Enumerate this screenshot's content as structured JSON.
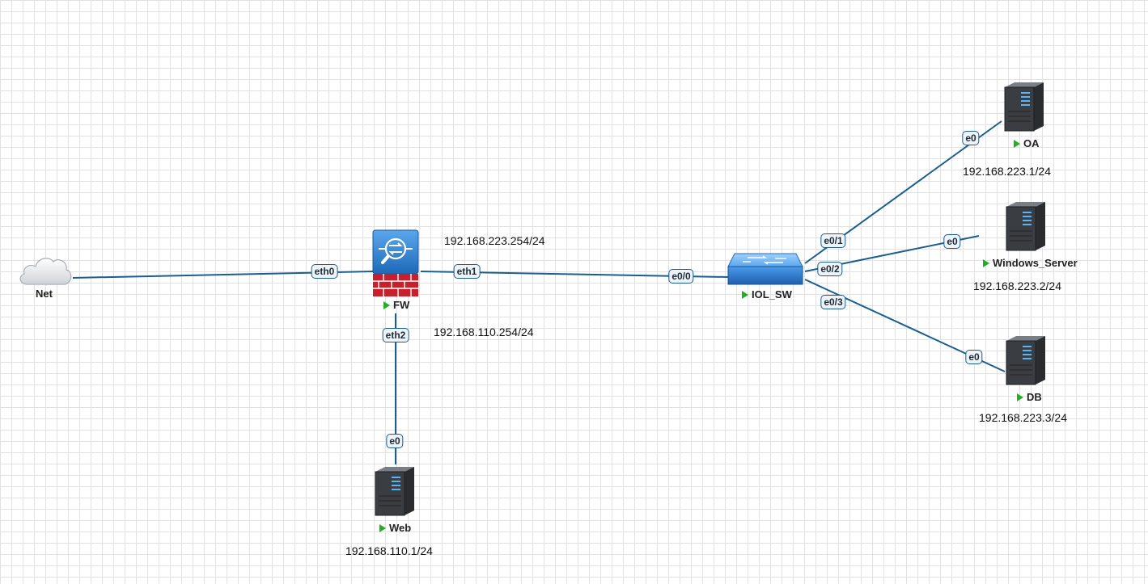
{
  "nodes": {
    "net": {
      "label": "Net",
      "icon": "cloud-icon"
    },
    "fw": {
      "label": "FW",
      "icon": "firewall-icon",
      "running": true
    },
    "iol_sw": {
      "label": "IOL_SW",
      "icon": "switch-icon",
      "running": true
    },
    "web": {
      "label": "Web",
      "icon": "server-icon",
      "running": true
    },
    "oa": {
      "label": "OA",
      "icon": "server-icon",
      "running": true
    },
    "windows_server": {
      "label": "Windows_Server",
      "icon": "server-icon",
      "running": true
    },
    "db": {
      "label": "DB",
      "icon": "server-icon",
      "running": true
    }
  },
  "ports": {
    "fw_eth0": "eth0",
    "fw_eth1": "eth1",
    "fw_eth2": "eth2",
    "sw_e00": "e0/0",
    "sw_e01": "e0/1",
    "sw_e02": "e0/2",
    "sw_e03": "e0/3",
    "web_e0": "e0",
    "oa_e0": "e0",
    "ws_e0": "e0",
    "db_e0": "e0"
  },
  "ips": {
    "fw_eth1": "192.168.223.254/24",
    "fw_eth2": "192.168.110.254/24",
    "web": "192.168.110.1/24",
    "oa": "192.168.223.1/24",
    "windows_server": "192.168.223.2/24",
    "db": "192.168.223.3/24"
  },
  "colors": {
    "link": "#1a5d8f",
    "running": "#22b022",
    "firewall_top": "#2d7fd0",
    "firewall_brick": "#c8202a",
    "switch": "#3d8be0"
  }
}
